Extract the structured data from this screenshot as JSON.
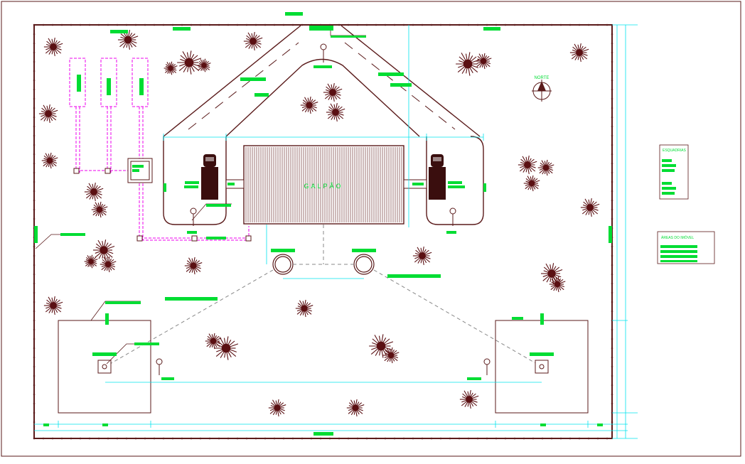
{
  "colors": {
    "outline": "#5a1a1a",
    "tree": "#5a0f12",
    "label_bar": "#00dd33",
    "dimension": "#00e5ee",
    "utility": "#ee00ee",
    "background": "#ffffff"
  },
  "labels": {
    "north": "NORTE",
    "warehouse": "GALPÃO",
    "legend_1_title": "ESQUADRIAS",
    "legend_2_title": "ÁREAS DO IMÓVEL"
  }
}
